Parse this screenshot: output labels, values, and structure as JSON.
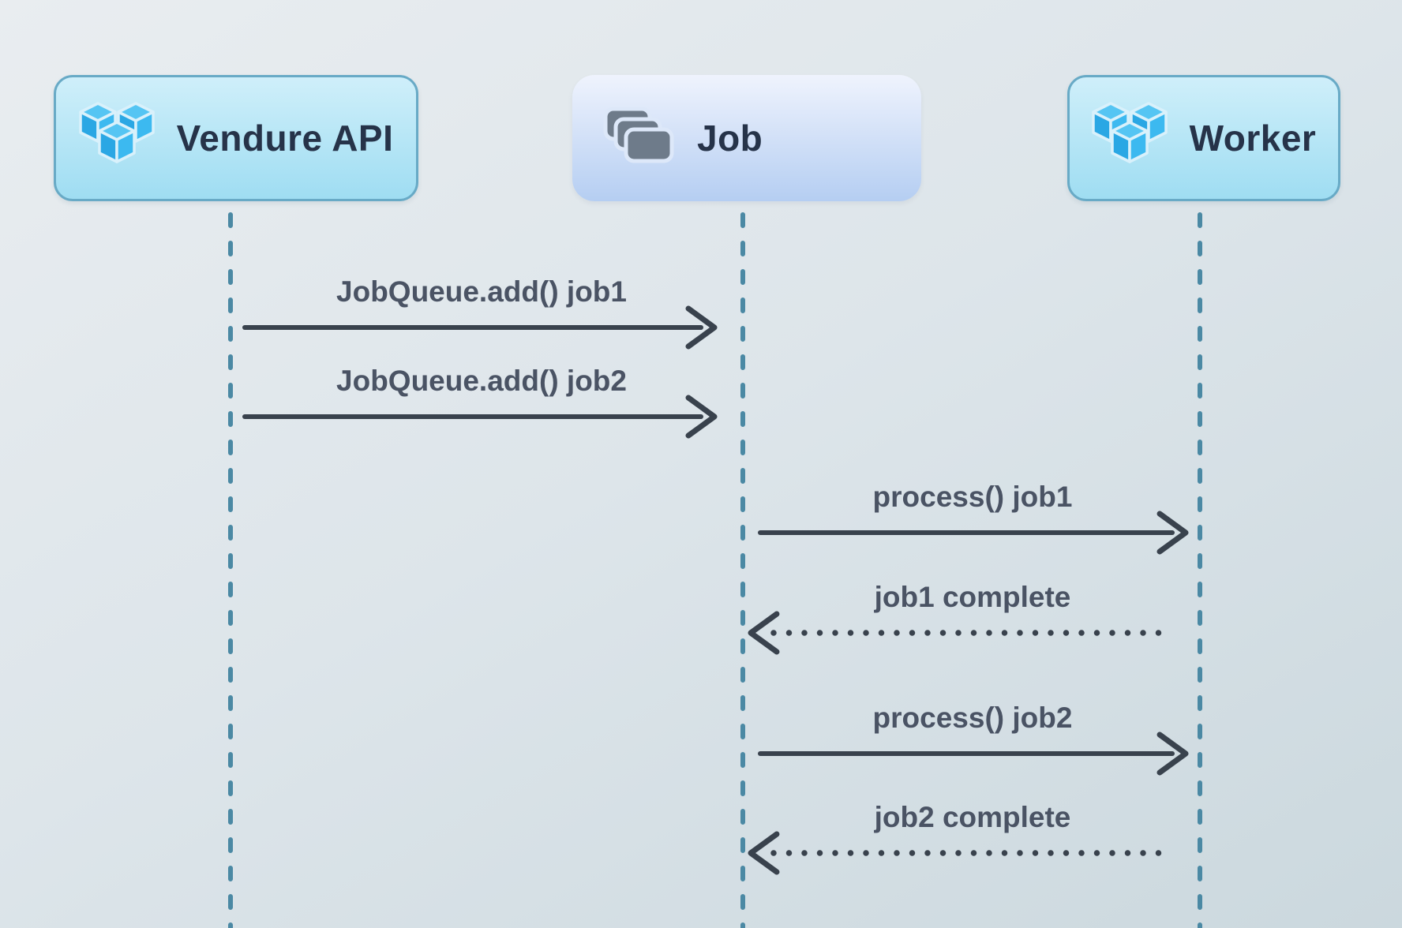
{
  "diagram": {
    "type": "sequence",
    "participants": [
      {
        "name": "Vendure API",
        "icon": "vendure-cubes-icon"
      },
      {
        "name": "Job",
        "icon": "stacked-jobs-icon"
      },
      {
        "name": "Worker",
        "icon": "vendure-cubes-icon"
      }
    ],
    "messages": [
      {
        "from": "Vendure API",
        "to": "Job",
        "label": "JobQueue.add() job1",
        "line": "solid",
        "arrow": "open"
      },
      {
        "from": "Vendure API",
        "to": "Job",
        "label": "JobQueue.add() job2",
        "line": "solid",
        "arrow": "open"
      },
      {
        "from": "Job",
        "to": "Worker",
        "label": "process() job1",
        "line": "solid",
        "arrow": "open"
      },
      {
        "from": "Worker",
        "to": "Job",
        "label": "job1 complete",
        "line": "dotted",
        "arrow": "open"
      },
      {
        "from": "Job",
        "to": "Worker",
        "label": "process() job2",
        "line": "solid",
        "arrow": "open"
      },
      {
        "from": "Worker",
        "to": "Job",
        "label": "job2 complete",
        "line": "dotted",
        "arrow": "open"
      }
    ]
  },
  "colors": {
    "background-top": "#e9edf0",
    "background-bottom": "#cbd8de",
    "participant-fill-top": "#cfeffa",
    "participant-fill-bottom": "#9fddf2",
    "participant-border": "#68aac6",
    "job-fill-top": "#eff3fd",
    "job-fill-bottom": "#b5cef2",
    "participant-text": "#263349",
    "message-text": "#4a5364",
    "arrow": "#39424d",
    "lifeline": "#4b89a4",
    "cube-top": "#55c5f3",
    "cube-left": "#2aa7e4",
    "cube-right": "#3cb9f0",
    "job-icon": "#6e7b8a"
  }
}
